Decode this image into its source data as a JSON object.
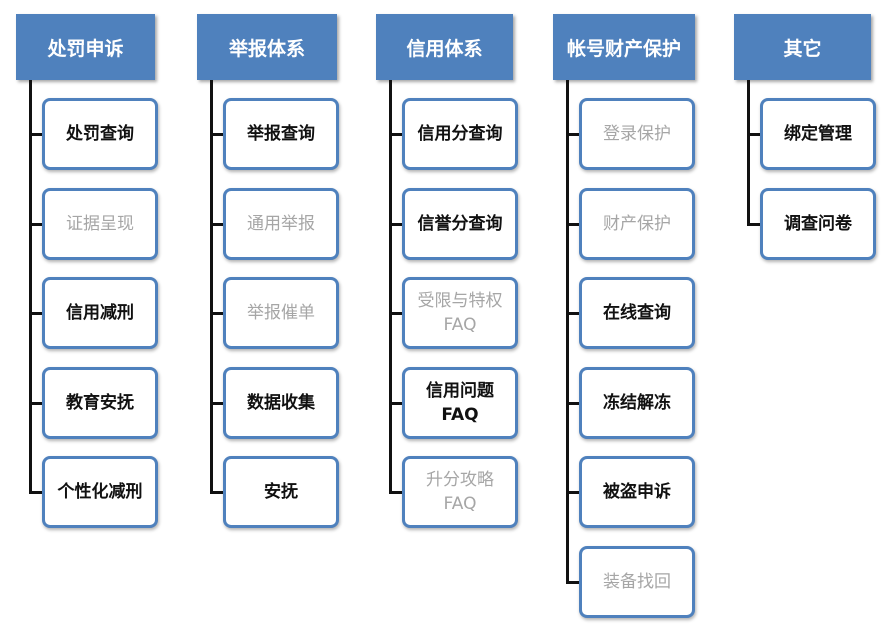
{
  "columns": [
    {
      "id": "penalty-appeal",
      "title": "处罚申诉",
      "items": [
        {
          "label": "处罚查询",
          "state": "active"
        },
        {
          "label": "证据呈现",
          "state": "inactive"
        },
        {
          "label": "信用减刑",
          "state": "active"
        },
        {
          "label": "教育安抚",
          "state": "active"
        },
        {
          "label": "个性化减刑",
          "state": "active"
        }
      ]
    },
    {
      "id": "report-system",
      "title": "举报体系",
      "items": [
        {
          "label": "举报查询",
          "state": "active"
        },
        {
          "label": "通用举报",
          "state": "inactive"
        },
        {
          "label": "举报催单",
          "state": "inactive"
        },
        {
          "label": "数据收集",
          "state": "active"
        },
        {
          "label": "安抚",
          "state": "active"
        }
      ]
    },
    {
      "id": "credit-system",
      "title": "信用体系",
      "items": [
        {
          "label": "信用分查询",
          "state": "active"
        },
        {
          "label": "信誉分查询",
          "state": "active"
        },
        {
          "label": "受限与特权\nFAQ",
          "state": "inactive"
        },
        {
          "label": "信用问题\nFAQ",
          "state": "active"
        },
        {
          "label": "升分攻略\nFAQ",
          "state": "inactive"
        }
      ]
    },
    {
      "id": "account-property-protection",
      "title": "帐号财产保护",
      "items": [
        {
          "label": "登录保护",
          "state": "inactive"
        },
        {
          "label": "财产保护",
          "state": "inactive"
        },
        {
          "label": "在线查询",
          "state": "active"
        },
        {
          "label": "冻结解冻",
          "state": "active"
        },
        {
          "label": "被盗申诉",
          "state": "active"
        },
        {
          "label": "装备找回",
          "state": "inactive"
        }
      ]
    },
    {
      "id": "other",
      "title": "其它",
      "items": [
        {
          "label": "绑定管理",
          "state": "active"
        },
        {
          "label": "调查问卷",
          "state": "active"
        }
      ]
    }
  ],
  "colors": {
    "header_bg": "#4f81bd",
    "header_text": "#ffffff",
    "leaf_border": "#4f81bd",
    "active_text": "#111111",
    "inactive_text": "#a6a6a6",
    "connector": "#111111"
  }
}
